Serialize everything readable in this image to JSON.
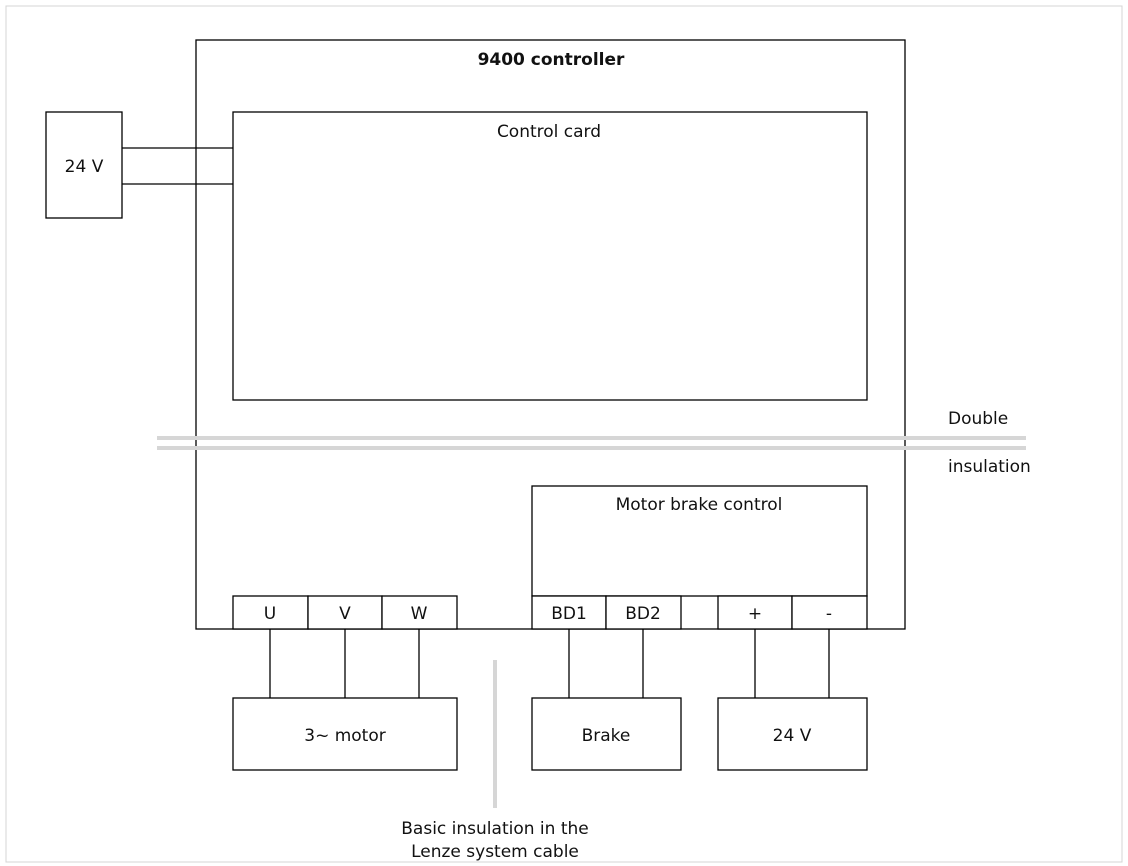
{
  "controller": {
    "title": "9400 controller"
  },
  "control_card": {
    "label": "Control card"
  },
  "external_supply_top": {
    "label": "24 V"
  },
  "insulation": {
    "double_line1": "Double",
    "double_line2": "insulation",
    "basic_line1": "Basic insulation in the",
    "basic_line2": "Lenze system cable"
  },
  "brake_control": {
    "label": "Motor brake control"
  },
  "terminals": {
    "motor": [
      "U",
      "V",
      "W"
    ],
    "brake": [
      "BD1",
      "BD2"
    ],
    "supply": [
      "+",
      "-"
    ]
  },
  "devices": {
    "motor": "3~ motor",
    "brake": "Brake",
    "supply": "24 V"
  }
}
